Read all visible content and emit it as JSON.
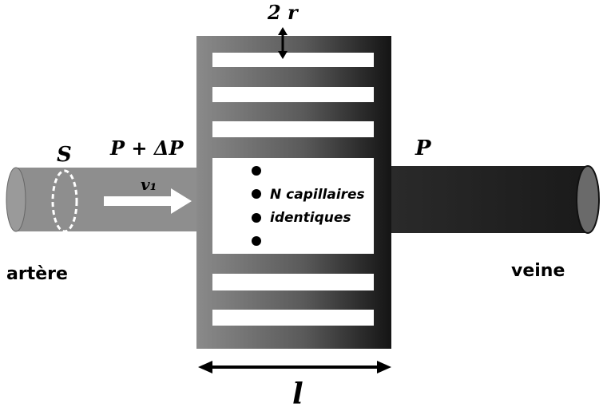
{
  "labels": {
    "diameter": "2 r",
    "section": "S",
    "pressure_in": "P + ΔP",
    "velocity": "v₁",
    "pressure_out": "P",
    "capillaries_line1": "N capillaires",
    "capillaries_line2": "identiques",
    "artery": "artère",
    "vein": "veine",
    "length": "l"
  },
  "colors": {
    "artery_fill": "#8c8c8c",
    "block_fill": "#6f6f6f",
    "vein_fill": "#1e1e1e",
    "capillary_fill": "#ffffff",
    "ink": "#000000"
  }
}
